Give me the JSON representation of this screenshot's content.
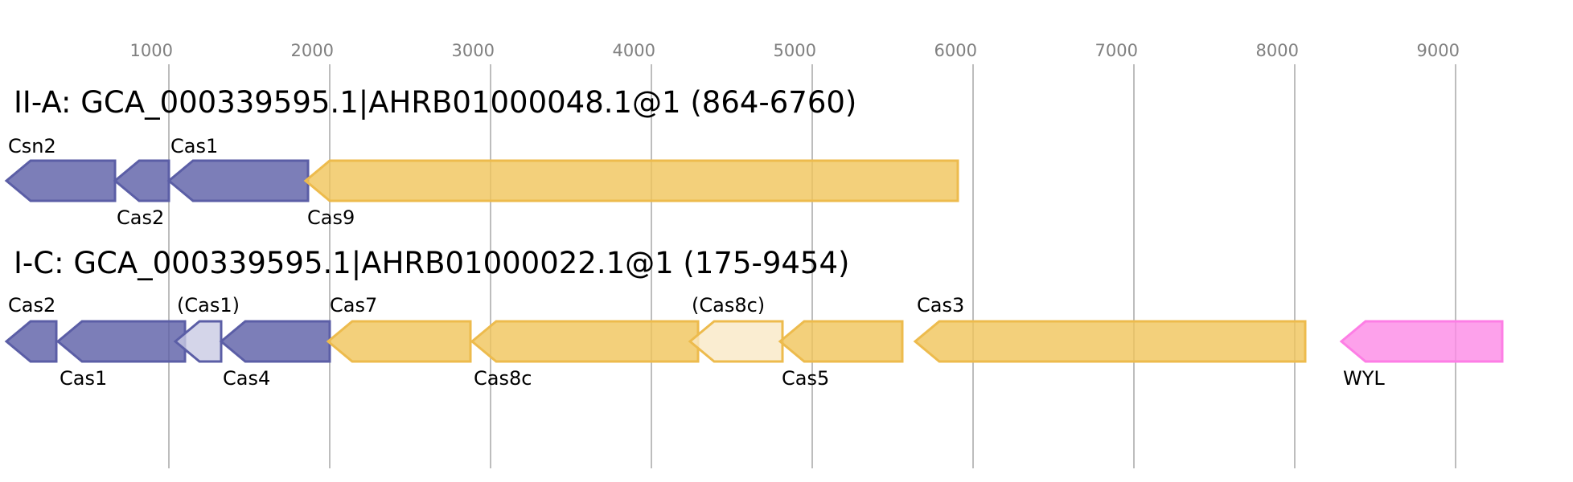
{
  "axis": {
    "ticks": [
      1000,
      2000,
      3000,
      4000,
      5000,
      6000,
      7000,
      8000,
      9000
    ],
    "tick_labels": [
      "1000",
      "2000",
      "3000",
      "4000",
      "5000",
      "6000",
      "7000",
      "8000",
      "9000"
    ]
  },
  "colors": {
    "adaptation": {
      "fill": "#5b5ea6",
      "stroke": "#5b5ea6"
    },
    "adaptation_partial": {
      "fill": "#c9cae3",
      "stroke": "#5b5ea6"
    },
    "effector": {
      "fill": "#f0c45a",
      "stroke": "#edbb4d"
    },
    "effector_partial": {
      "fill": "#f9e8c6",
      "stroke": "#edbb4d"
    },
    "accessory": {
      "fill": "#fd8ae6",
      "stroke": "#fd7ee5"
    }
  },
  "tracks": [
    {
      "title": "II-A: GCA_000339595.1|AHRB01000048.1@1 (864-6760)",
      "genes": [
        {
          "label": "Csn2",
          "start": -10,
          "end": 665,
          "strand": "-",
          "class": "adaptation",
          "label_pos": "above"
        },
        {
          "label": "Cas2",
          "start": 665,
          "end": 1000,
          "strand": "-",
          "class": "adaptation",
          "label_pos": "below"
        },
        {
          "label": "Cas1",
          "start": 1000,
          "end": 1865,
          "strand": "-",
          "class": "adaptation",
          "label_pos": "above"
        },
        {
          "label": "Cas9",
          "start": 1850,
          "end": 5905,
          "strand": "-",
          "class": "effector",
          "label_pos": "below"
        }
      ]
    },
    {
      "title": "I-C: GCA_000339595.1|AHRB01000022.1@1 (175-9454)",
      "genes": [
        {
          "label": "Cas2",
          "start": -10,
          "end": 300,
          "strand": "-",
          "class": "adaptation",
          "label_pos": "above"
        },
        {
          "label": "Cas1",
          "start": 310,
          "end": 1100,
          "strand": "-",
          "class": "adaptation",
          "label_pos": "below"
        },
        {
          "label": "(Cas1)",
          "start": 1040,
          "end": 1325,
          "strand": "-",
          "class": "adaptation_partial",
          "label_pos": "above"
        },
        {
          "label": "Cas4",
          "start": 1325,
          "end": 2000,
          "strand": "-",
          "class": "adaptation",
          "label_pos": "below"
        },
        {
          "label": "Cas7",
          "start": 1990,
          "end": 2875,
          "strand": "-",
          "class": "effector",
          "label_pos": "above"
        },
        {
          "label": "Cas8c",
          "start": 2885,
          "end": 4290,
          "strand": "-",
          "class": "effector",
          "label_pos": "below"
        },
        {
          "label": "(Cas8c)",
          "start": 4240,
          "end": 4815,
          "strand": "-",
          "class": "effector_partial",
          "label_pos": "above"
        },
        {
          "label": "Cas5",
          "start": 4800,
          "end": 5560,
          "strand": "-",
          "class": "effector",
          "label_pos": "below"
        },
        {
          "label": "Cas3",
          "start": 5640,
          "end": 8065,
          "strand": "-",
          "class": "effector",
          "label_pos": "above"
        },
        {
          "label": "WYL",
          "start": 8290,
          "end": 9290,
          "strand": "-",
          "class": "accessory",
          "label_pos": "below"
        }
      ]
    }
  ]
}
